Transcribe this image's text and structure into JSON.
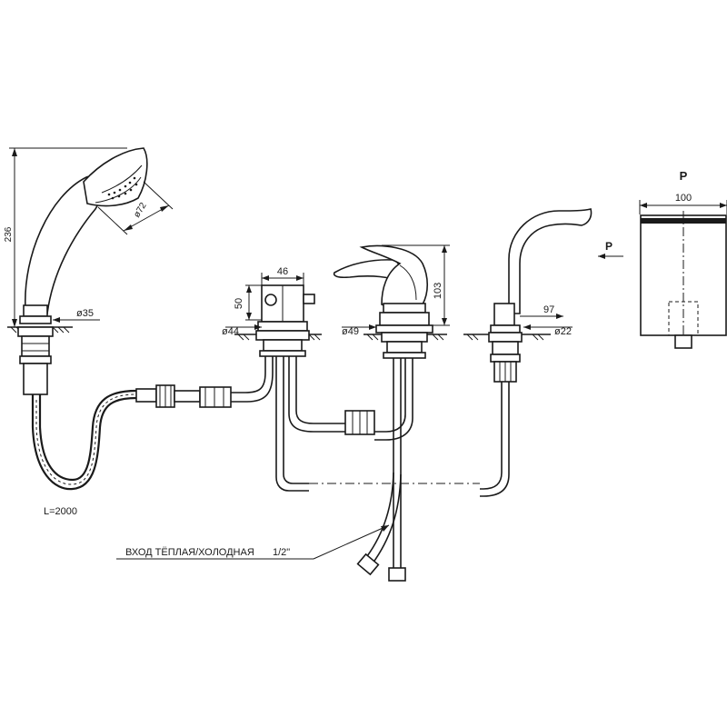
{
  "dimensions": {
    "handshower_height": "236",
    "handshower_head_diameter": "ø72",
    "handshower_base_diameter": "ø35",
    "hose_length": "L=2000",
    "diverter_width": "46",
    "diverter_height": "50",
    "diverter_base_diameter": "ø44",
    "mixer_height": "103",
    "mixer_base_diameter": "ø49",
    "spout_reach": "97",
    "spout_base_diameter": "ø22",
    "section_width": "100"
  },
  "labels": {
    "inlet_note": "ВХОД ТЁПЛАЯ/ХОЛОДНАЯ",
    "inlet_size": "1/2\"",
    "section_marker_top": "P",
    "section_marker_arrow": "P"
  }
}
